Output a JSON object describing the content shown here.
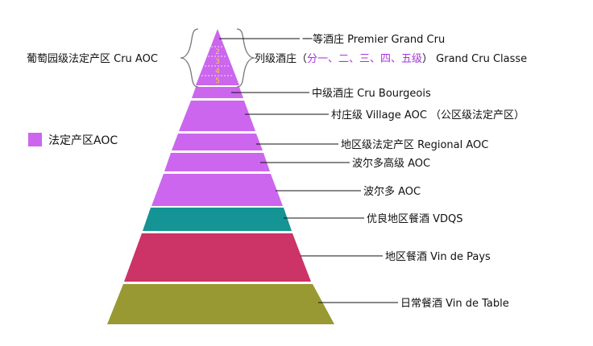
{
  "left_label": "葡萄园级法定产区 Cru AOC",
  "legend": {
    "label": "法定产区AOC",
    "color": "#cc66ee"
  },
  "top_label_1": "一等酒庄 Premier Grand Cru",
  "top_label_2": {
    "prefix": "列级酒庄（",
    "highlight": "分一、二、三、四、五级",
    "suffix": "） Grand Cru Classe",
    "highlight_color": "#aa33dd"
  },
  "top_numbers": [
    "2",
    "3",
    "4",
    "5"
  ],
  "tiers": [
    {
      "label": "中级酒庄 Cru Bourgeois",
      "color": "#cc66ee"
    },
    {
      "label": "村庄级 Village AOC （公区级法定产区）",
      "color": "#cc66ee"
    },
    {
      "label": "地区级法定产区 Regional AOC",
      "color": "#cc66ee"
    },
    {
      "label": "波尔多高级 AOC",
      "color": "#cc66ee"
    },
    {
      "label": "波尔多 AOC",
      "color": "#cc66ee"
    },
    {
      "label": "优良地区餐酒 VDQS",
      "color": "#149494"
    },
    {
      "label": "地区餐酒 Vin de Pays",
      "color": "#cc3366"
    },
    {
      "label": "日常餐酒 Vin de Table",
      "color": "#999933"
    }
  ]
}
